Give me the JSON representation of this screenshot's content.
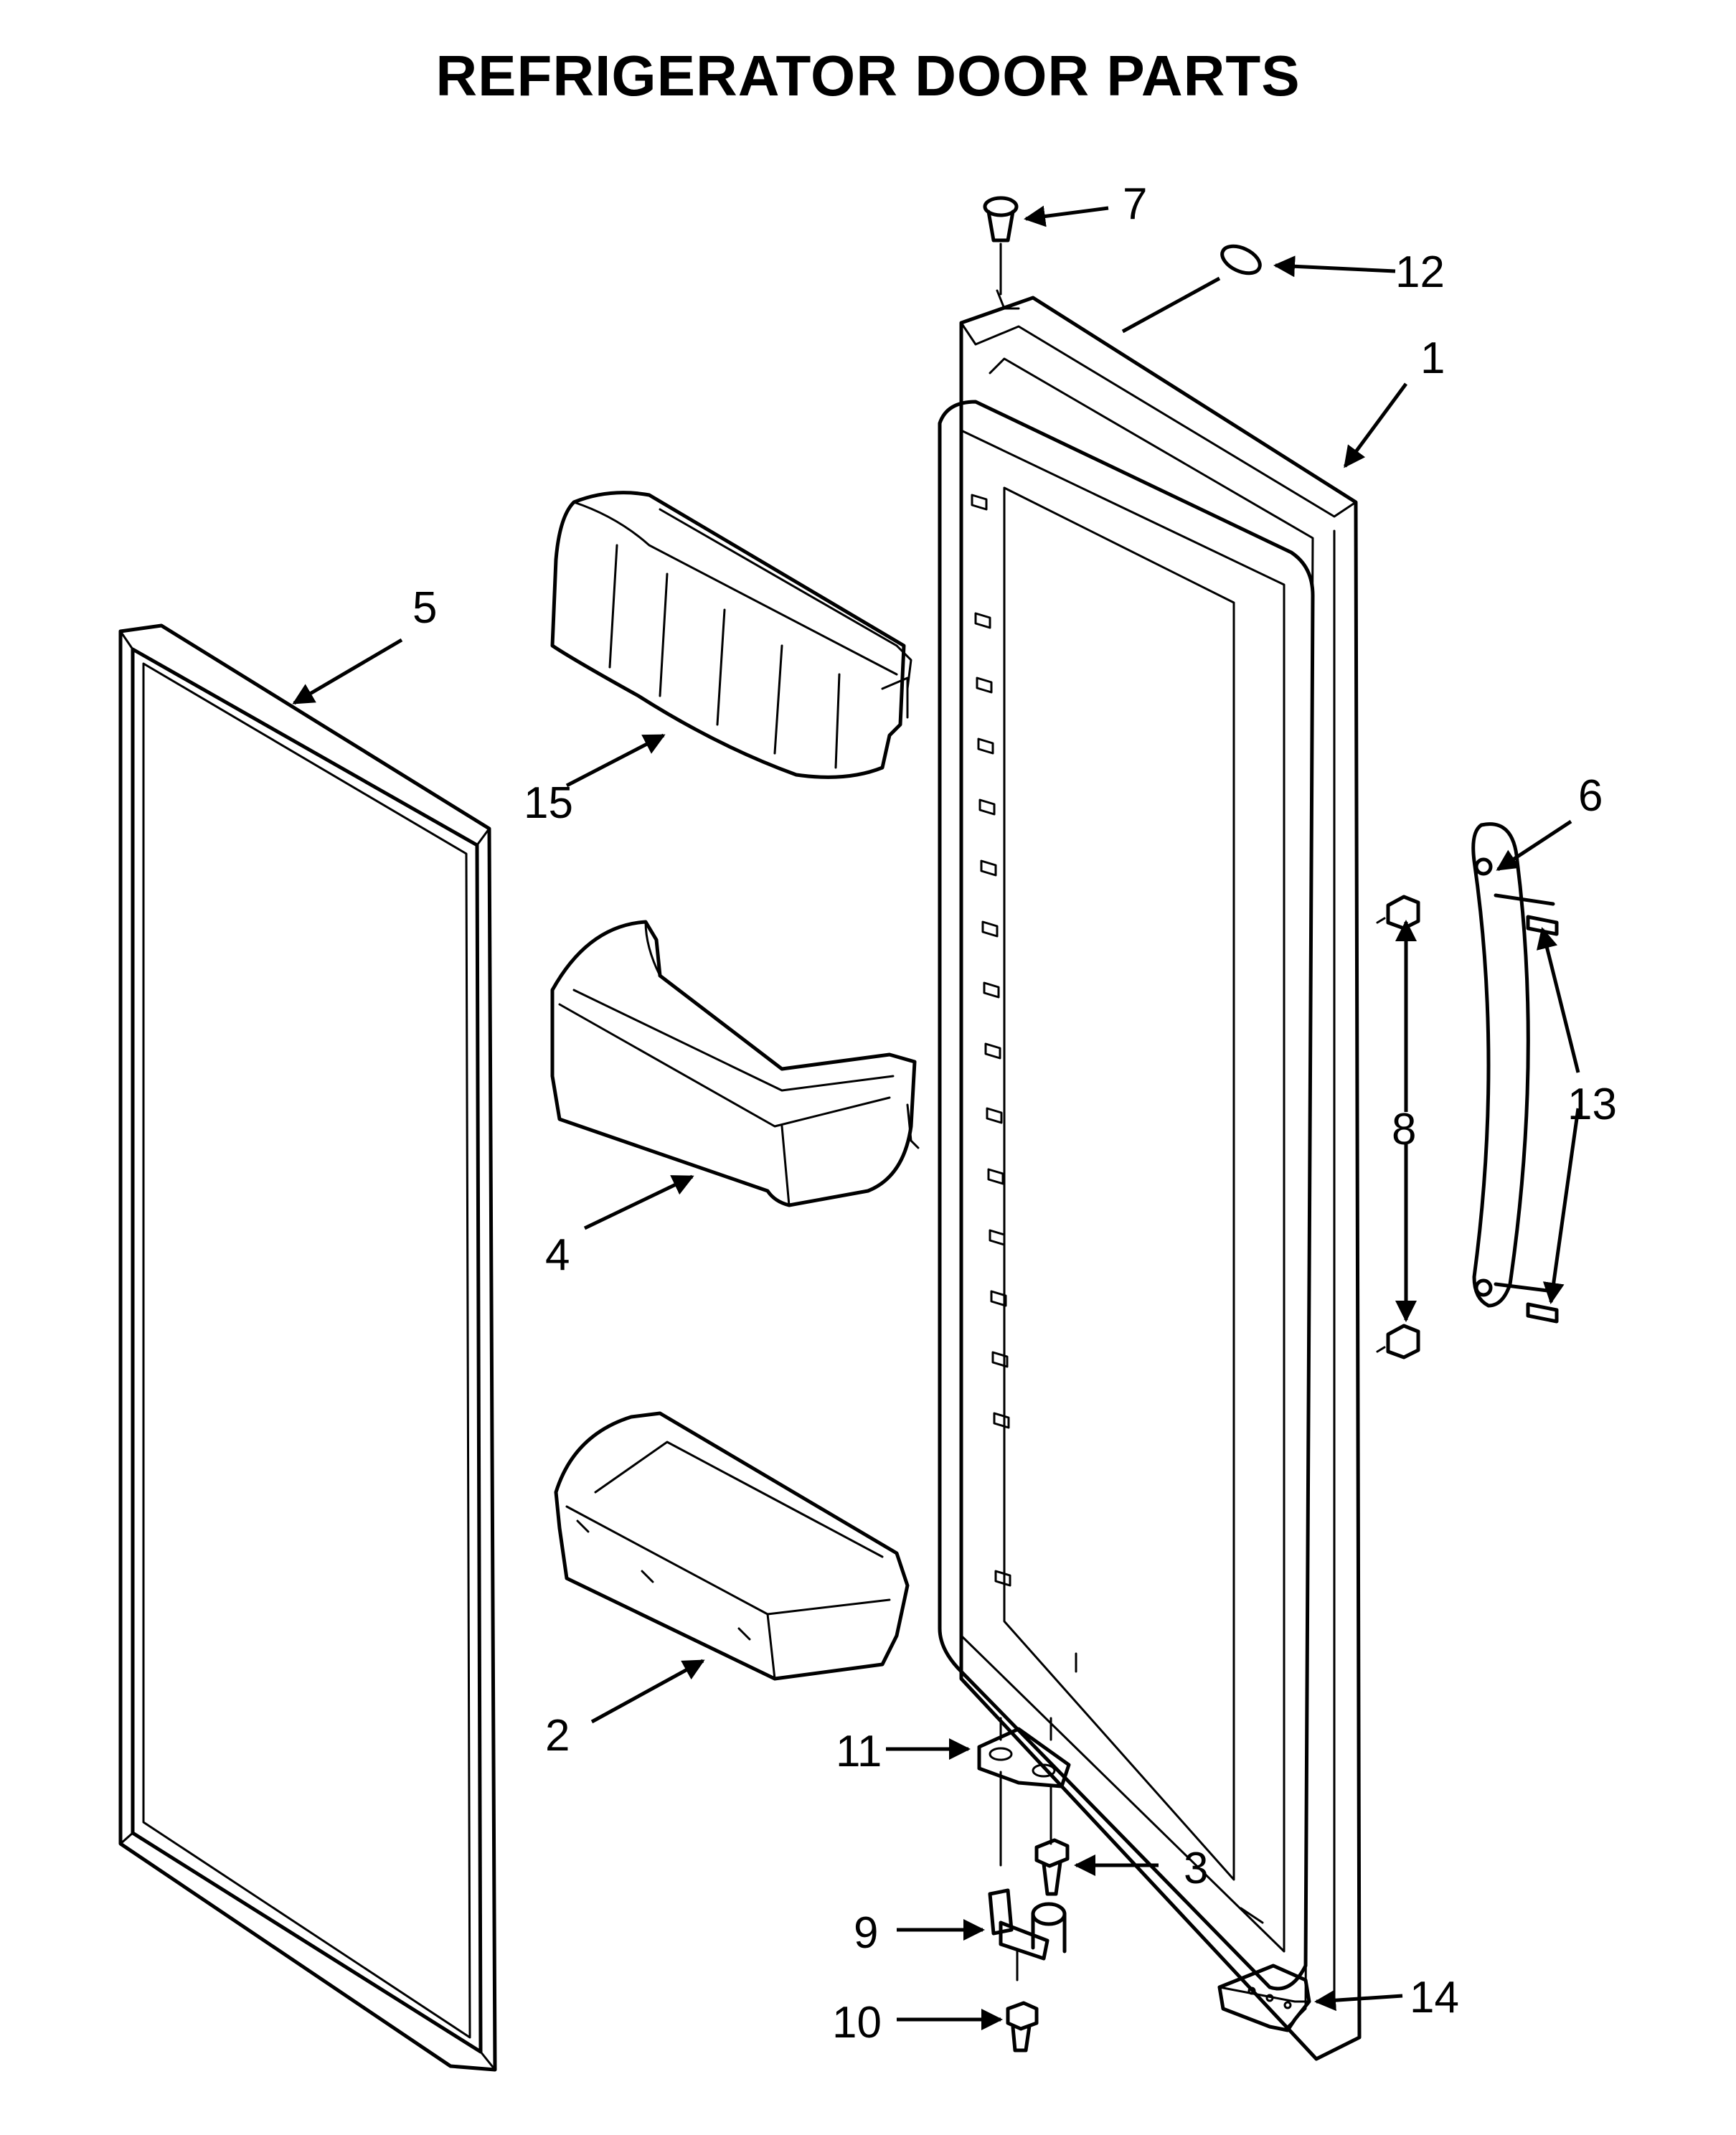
{
  "title": "REFRIGERATOR DOOR PARTS",
  "callouts": [
    {
      "id": "1",
      "label": "1"
    },
    {
      "id": "2",
      "label": "2"
    },
    {
      "id": "3",
      "label": "3"
    },
    {
      "id": "4",
      "label": "4"
    },
    {
      "id": "5",
      "label": "5"
    },
    {
      "id": "6",
      "label": "6"
    },
    {
      "id": "7",
      "label": "7"
    },
    {
      "id": "8",
      "label": "8"
    },
    {
      "id": "9",
      "label": "9"
    },
    {
      "id": "10",
      "label": "10"
    },
    {
      "id": "11",
      "label": "11"
    },
    {
      "id": "12",
      "label": "12"
    },
    {
      "id": "13",
      "label": "13"
    },
    {
      "id": "14",
      "label": "14"
    },
    {
      "id": "15",
      "label": "15"
    }
  ]
}
